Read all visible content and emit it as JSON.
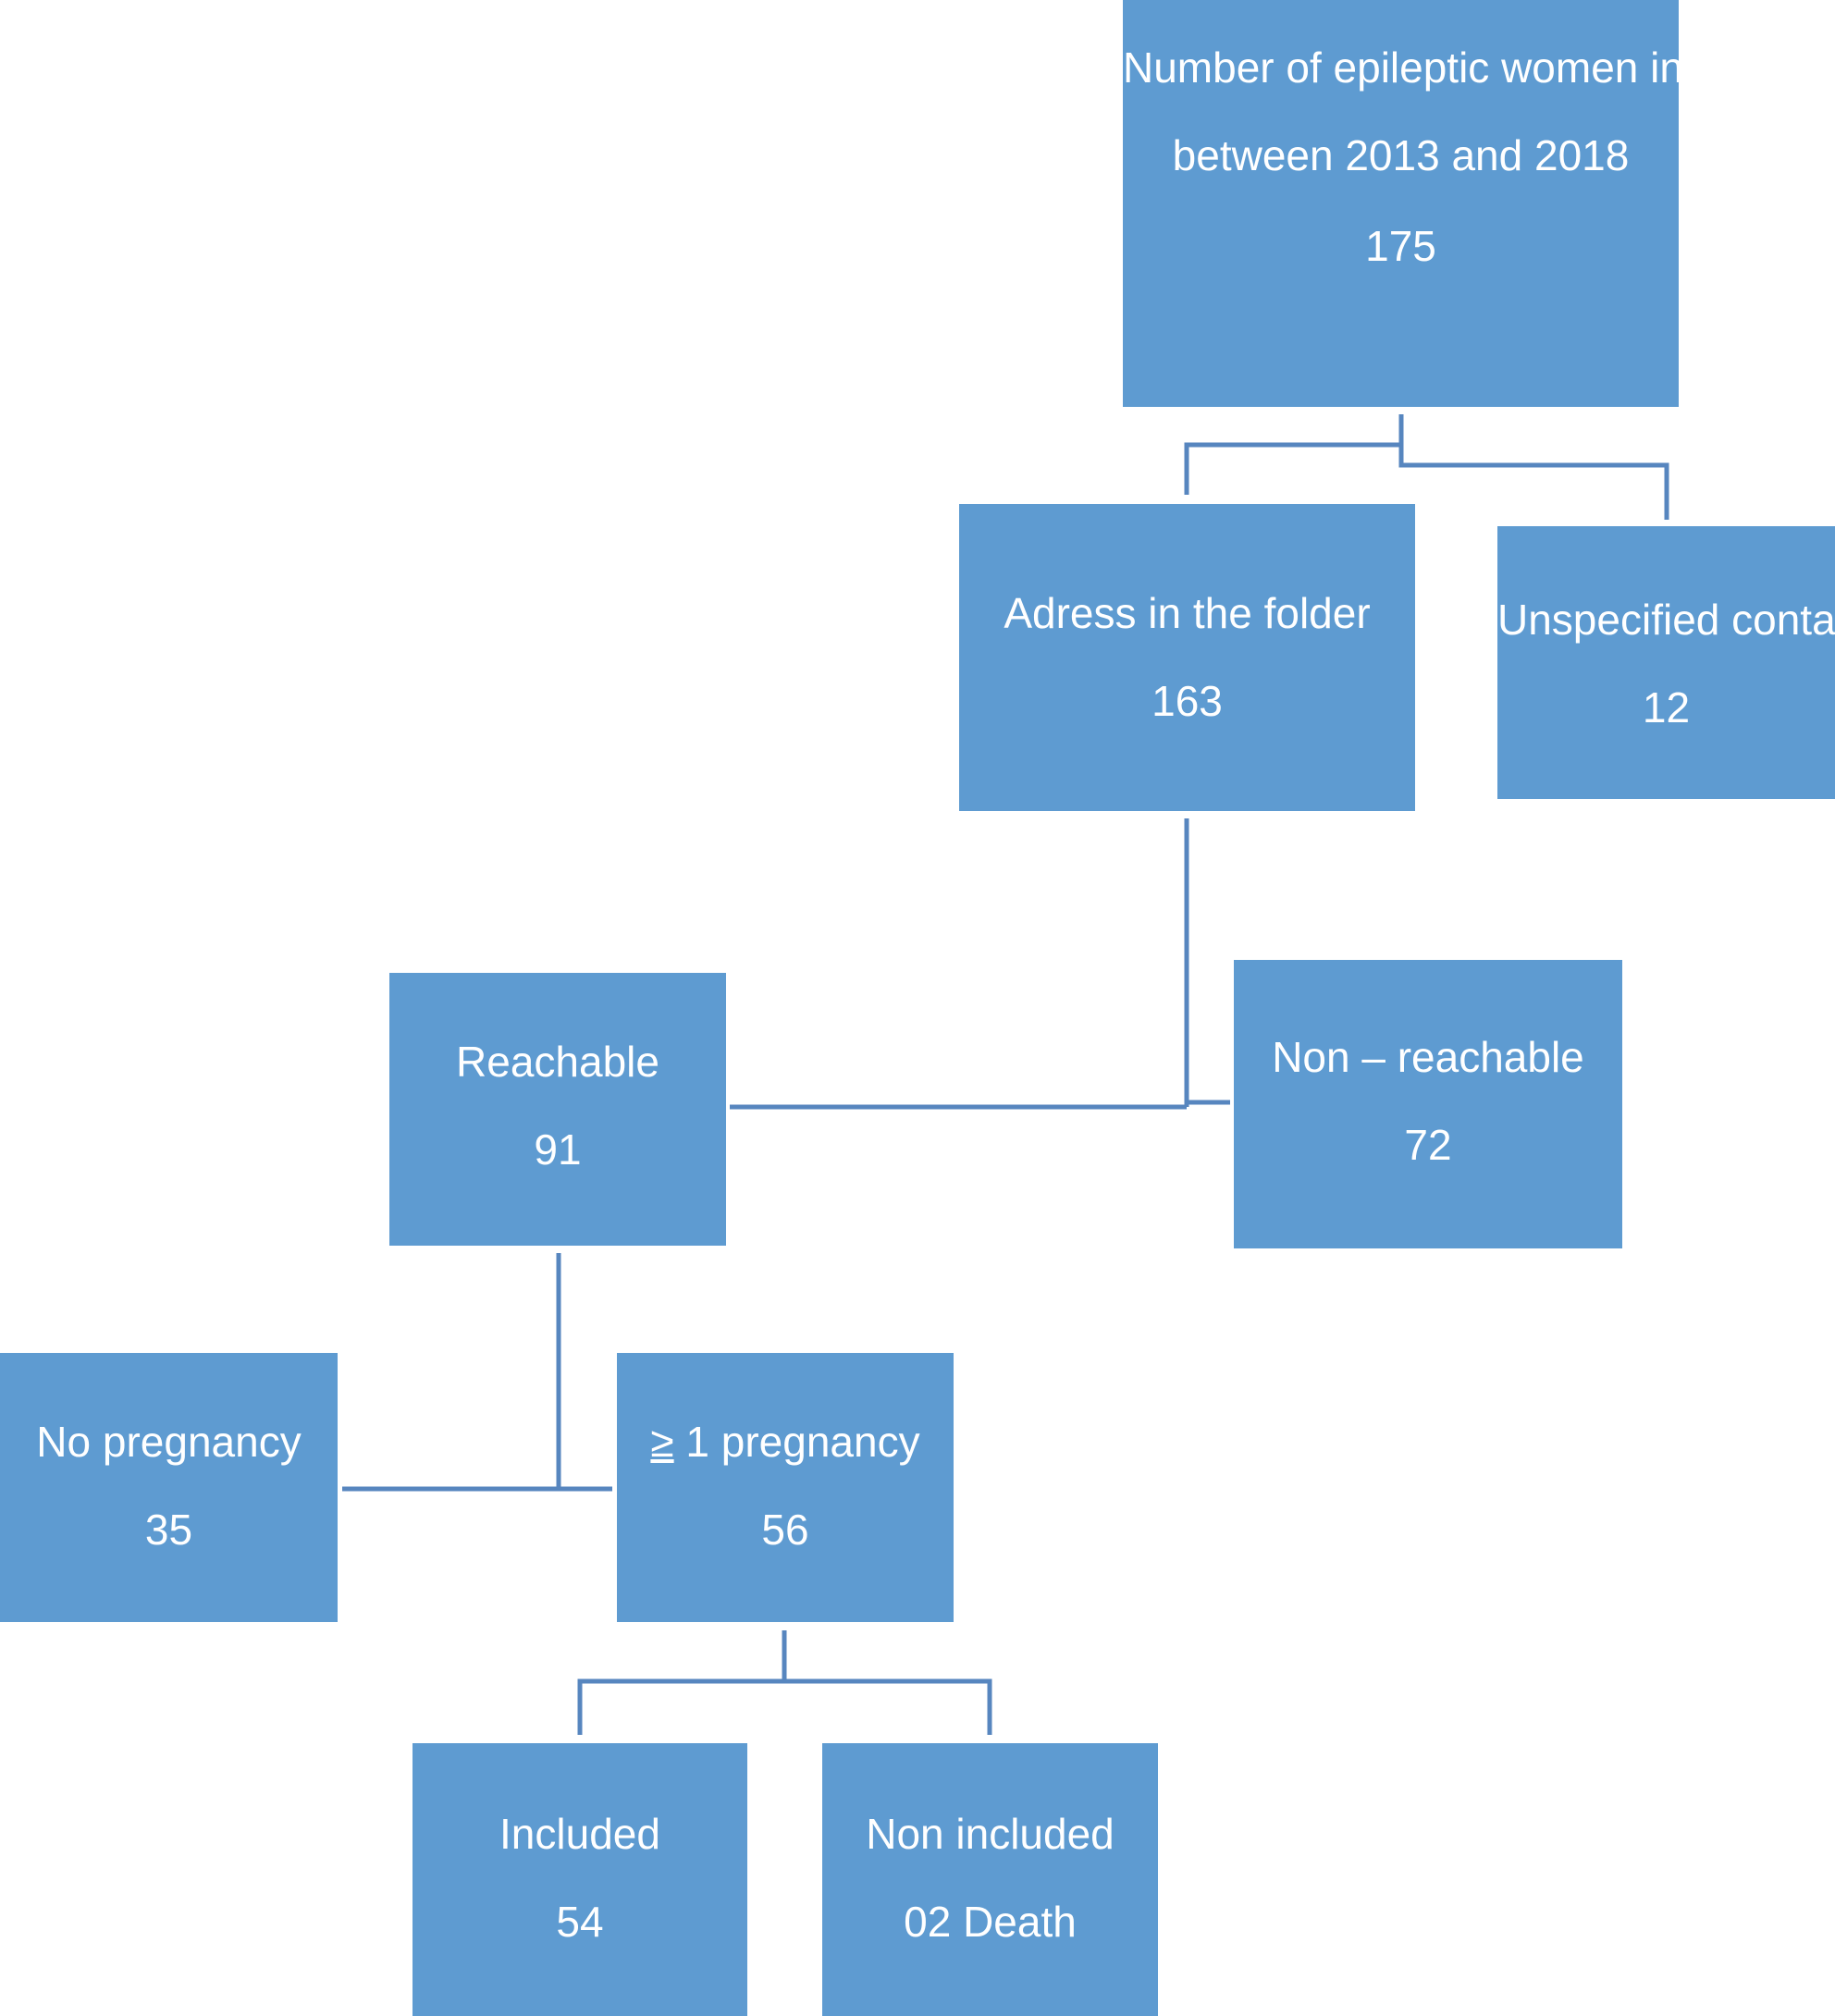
{
  "colors": {
    "box_fill": "#5e9bd1",
    "connector": "#5786bf",
    "text": "#ffffff"
  },
  "nodes": {
    "total": {
      "lines": [
        "Number of epileptic women indexed",
        "between 2013 and 2018"
      ],
      "count": "175"
    },
    "address": {
      "label": "Adress in the folder",
      "count": "163"
    },
    "unspecified": {
      "label": "Unspecified contacts",
      "count": "12"
    },
    "reachable": {
      "label": "Reachable",
      "count": "91"
    },
    "non_reachable": {
      "label": "Non – reachable",
      "count": "72"
    },
    "no_pregnancy": {
      "label": "No pregnancy",
      "count": "35"
    },
    "pregnancy": {
      "symbol": "≥",
      "label": "1 pregnancy",
      "count": "56"
    },
    "included": {
      "label": "Included",
      "count": "54"
    },
    "non_included": {
      "label": "Non included",
      "count": "02 Death"
    }
  }
}
